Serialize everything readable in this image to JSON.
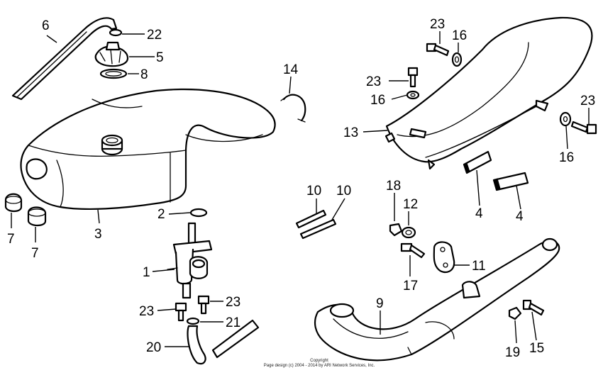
{
  "callouts": [
    {
      "id": "c6",
      "text": "6"
    },
    {
      "id": "c22",
      "text": "22"
    },
    {
      "id": "c5",
      "text": "5"
    },
    {
      "id": "c8",
      "text": "8"
    },
    {
      "id": "c14",
      "text": "14"
    },
    {
      "id": "c3",
      "text": "3"
    },
    {
      "id": "c7a",
      "text": "7"
    },
    {
      "id": "c7b",
      "text": "7"
    },
    {
      "id": "c2",
      "text": "2"
    },
    {
      "id": "c1",
      "text": "1"
    },
    {
      "id": "c23a",
      "text": "23"
    },
    {
      "id": "c23b",
      "text": "23"
    },
    {
      "id": "c21",
      "text": "21"
    },
    {
      "id": "c20",
      "text": "20"
    },
    {
      "id": "c10a",
      "text": "10"
    },
    {
      "id": "c10b",
      "text": "10"
    },
    {
      "id": "c18",
      "text": "18"
    },
    {
      "id": "c12",
      "text": "12"
    },
    {
      "id": "c17",
      "text": "17"
    },
    {
      "id": "c11",
      "text": "11"
    },
    {
      "id": "c9",
      "text": "9"
    },
    {
      "id": "c19",
      "text": "19"
    },
    {
      "id": "c15",
      "text": "15"
    },
    {
      "id": "c23c",
      "text": "23"
    },
    {
      "id": "c16a",
      "text": "16"
    },
    {
      "id": "c23d",
      "text": "23"
    },
    {
      "id": "c16b",
      "text": "16"
    },
    {
      "id": "c13",
      "text": "13"
    },
    {
      "id": "c23e",
      "text": "23"
    },
    {
      "id": "c16c",
      "text": "16"
    },
    {
      "id": "c4a",
      "text": "4"
    },
    {
      "id": "c4b",
      "text": "4"
    }
  ],
  "copyright": {
    "line1": "Copyright",
    "line2": "Page design (c) 2004 - 2014 by ARI Network Services, Inc."
  }
}
